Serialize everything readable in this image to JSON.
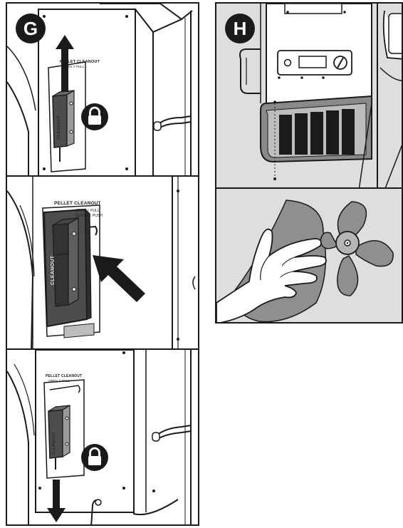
{
  "steps": {
    "g": {
      "badge": "G"
    },
    "h": {
      "badge": "H"
    }
  },
  "placard": {
    "title": "PELLET CLEANOUT",
    "subtitle": "OPEN ⇧ PULL",
    "subtitle2": "CLOSE ⇩ PUSH",
    "vertical_label": "CLEANOUT"
  },
  "icons": {
    "lock": "padlock-icon",
    "arrow_up": "arrow-up-icon",
    "arrow_down": "arrow-down-icon",
    "arrow_push": "arrow-push-icon"
  },
  "colors": {
    "outline": "#1a1a1a",
    "panel_dark": "#4d4d4d",
    "grey_bg": "#dedede",
    "vent": "#8a8a8a",
    "fan_cloth": "#8f8f8f"
  }
}
